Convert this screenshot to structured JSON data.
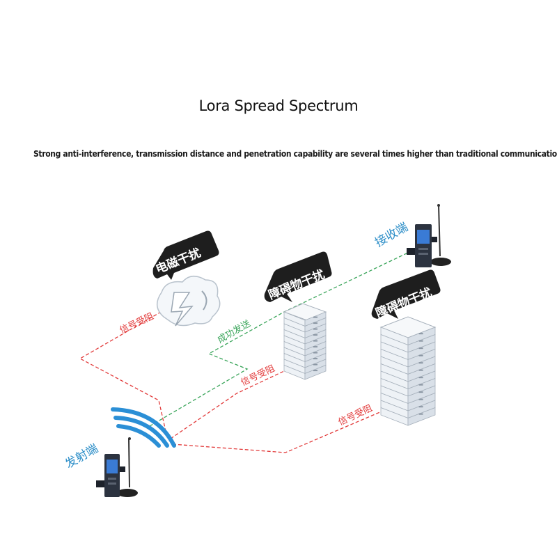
{
  "title": "Lora Spread Spectrum",
  "subtitle": "Strong anti-interference, transmission distance and penetration capability are several times higher than traditional communication.",
  "labels": {
    "em_interference": "电磁干扰",
    "obstacle_1": "障碍物干扰",
    "obstacle_2": "障碍物干扰",
    "signal_blocked_1": "信号受阻",
    "signal_blocked_2": "信号受阻",
    "signal_blocked_3": "信号受阻",
    "send_success": "成功发送",
    "transmitter": "发射端",
    "receiver": "接收端"
  },
  "colors": {
    "blocked_line": "#e23a3a",
    "success_line": "#3aa55a",
    "endpoint_label": "#2c8ec8",
    "tag_bg": "#1e1e1e",
    "wifi_arc": "#2b8fd6"
  }
}
